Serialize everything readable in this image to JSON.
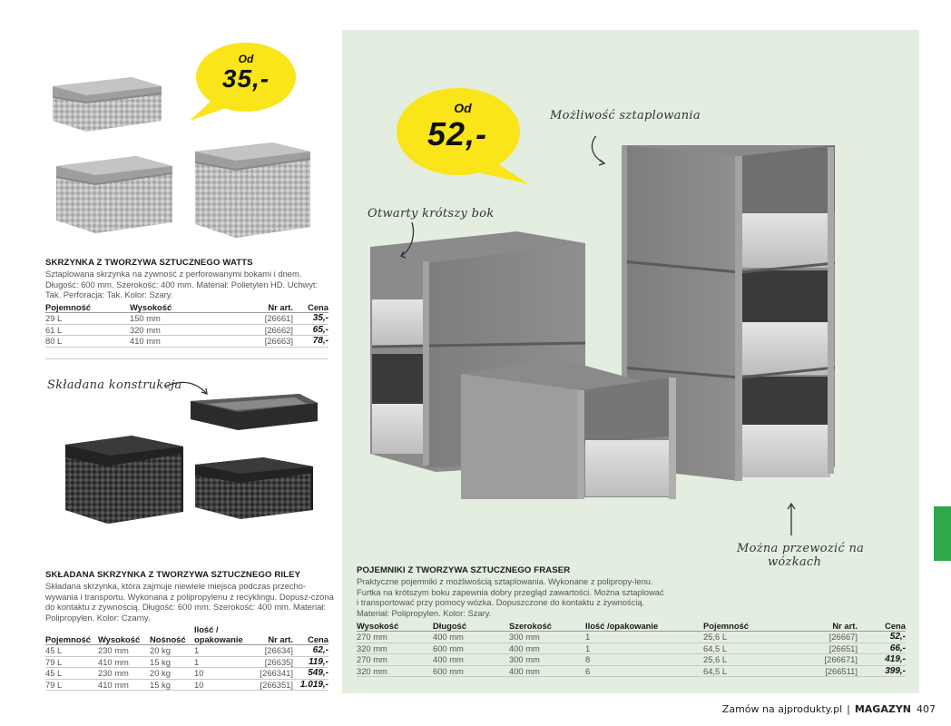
{
  "page": {
    "footer": {
      "order_text": "Zamów na ajprodukty.pl",
      "separator": "|",
      "section": "MAGAZYN",
      "page_number": "407"
    },
    "side_tab_color": "#2ea84a",
    "panel_color": "#e3eee0",
    "bubble_color": "#f9e51a"
  },
  "watts": {
    "bubble": {
      "od": "Od",
      "price": "35,-"
    },
    "title": "SKRZYNKA Z TWORZYWA SZTUCZNEGO WATTS",
    "description": "Sztaplowana skrzynka na żywność z perforowanymi bokami i dnem. Długość: 600 mm. Szerokość: 400 mm. Materiał: Polietylen HD. Uchwyt: Tak. Perforacja: Tak. Kolor: Szary.",
    "columns": [
      "Pojemność",
      "Wysokość",
      "Nr art.",
      "Cena"
    ],
    "rows": [
      [
        "29 L",
        "150 mm",
        "[26661]",
        "35,-"
      ],
      [
        "61 L",
        "320 mm",
        "[26662]",
        "65,-"
      ],
      [
        "80 L",
        "410 mm",
        "[26663]",
        "78,-"
      ]
    ],
    "image_alt": "Szare perforowane skrzynki WATTS w trzech rozmiarach"
  },
  "riley": {
    "note": "Składana konstrukcja",
    "title": "SKŁADANA SKRZYNKA Z TWORZYWA SZTUCZNEGO RILEY",
    "description": "Składana skrzynka, która zajmuje niewiele miejsca podczas przecho-wywania i transportu. Wykonana z polipropylenu z recyklingu. Dopusz-czona do kontaktu z żywnością. Długość: 600 mm. Szerokość: 400 mm. Materiał: Polipropylen. Kolor: Czarny.",
    "columns": [
      "Pojemność",
      "Wysokość",
      "Nośność",
      "Ilość / opakowanie",
      "Nr art.",
      "Cena"
    ],
    "rows": [
      [
        "45 L",
        "230 mm",
        "20 kg",
        "1",
        "[26634]",
        "62,-"
      ],
      [
        "79 L",
        "410 mm",
        "15 kg",
        "1",
        "[26635]",
        "119,-"
      ],
      [
        "45 L",
        "230 mm",
        "20 kg",
        "10",
        "[266341]",
        "549,-"
      ],
      [
        "79 L",
        "410 mm",
        "15 kg",
        "10",
        "[266351]",
        "1.019,-"
      ]
    ],
    "image_alt": "Czarne składane skrzynki RILEY"
  },
  "fraser": {
    "bubble": {
      "od": "Od",
      "price": "52,-"
    },
    "notes": {
      "stacking": "Możliwość sztaplowania",
      "open_side": "Otwarty krótszy bok",
      "trolley_line1": "Można przewozić na",
      "trolley_line2": "wózkach"
    },
    "title": "POJEMNIKI Z TWORZYWA SZTUCZNEGO FRASER",
    "description": "Praktyczne pojemniki z możliwością sztaplowania. Wykonane z polipropy-lenu. Furtka na krótszym boku zapewnia dobry przegląd zawartości. Można sztaplować i transportować przy pomocy wózka. Dopuszczone do kontaktu z żywnością. Materiał: Polipropylen. Kolor: Szary.",
    "columns": [
      "Wysokość",
      "Długość",
      "Szerokość",
      "Ilość /opakowanie",
      "Pojemność",
      "Nr art.",
      "Cena"
    ],
    "rows": [
      [
        "270 mm",
        "400 mm",
        "300 mm",
        "1",
        "25,6 L",
        "[26667]",
        "52,-"
      ],
      [
        "320 mm",
        "600 mm",
        "400 mm",
        "1",
        "64,5 L",
        "[26651]",
        "66,-"
      ],
      [
        "270 mm",
        "400 mm",
        "300 mm",
        "8",
        "25,6 L",
        "[266671]",
        "419,-"
      ],
      [
        "320 mm",
        "600 mm",
        "400 mm",
        "6",
        "64,5 L",
        "[266511]",
        "399,-"
      ]
    ],
    "image_alt": "Szare pojemniki FRASER ze sztaplowaniem"
  }
}
